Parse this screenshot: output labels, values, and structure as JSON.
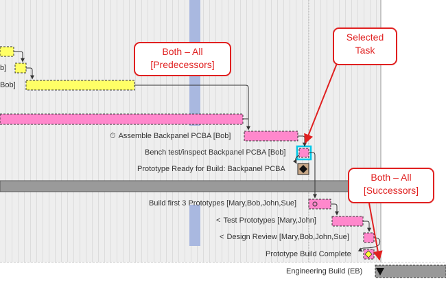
{
  "tasks": {
    "partial_1": "b]",
    "partial_2": "Bob]",
    "assemble": "Assemble Backpanel PCBA [Bob]",
    "bench": "Bench test/inspect Backpanel PCBA [Bob]",
    "ready": "Prototype Ready for Build: Backpanel PCBA",
    "build3": "Build first 3 Prototypes [Mary,Bob,John,Sue]",
    "test": "Test Prototypes [Mary,John]",
    "review": "Design Review [Mary,Bob,John,Sue]",
    "complete": "Prototype Build Complete",
    "eng": "Engineering Build (EB)"
  },
  "callouts": {
    "predecessors_line1": "Both – All",
    "predecessors_line2": "[Predecessors]",
    "selected_line1": "Selected",
    "selected_line2": "Task",
    "successors_line1": "Both – All",
    "successors_line2": "[Successors]"
  },
  "colors": {
    "task_yellow": "#ffff66",
    "task_pink": "#ff88cc",
    "summary_gray": "#9a9a9a",
    "selection_cyan": "#00c8e8",
    "callout_red": "#e02020",
    "today_blue": "#a9b8e0"
  }
}
